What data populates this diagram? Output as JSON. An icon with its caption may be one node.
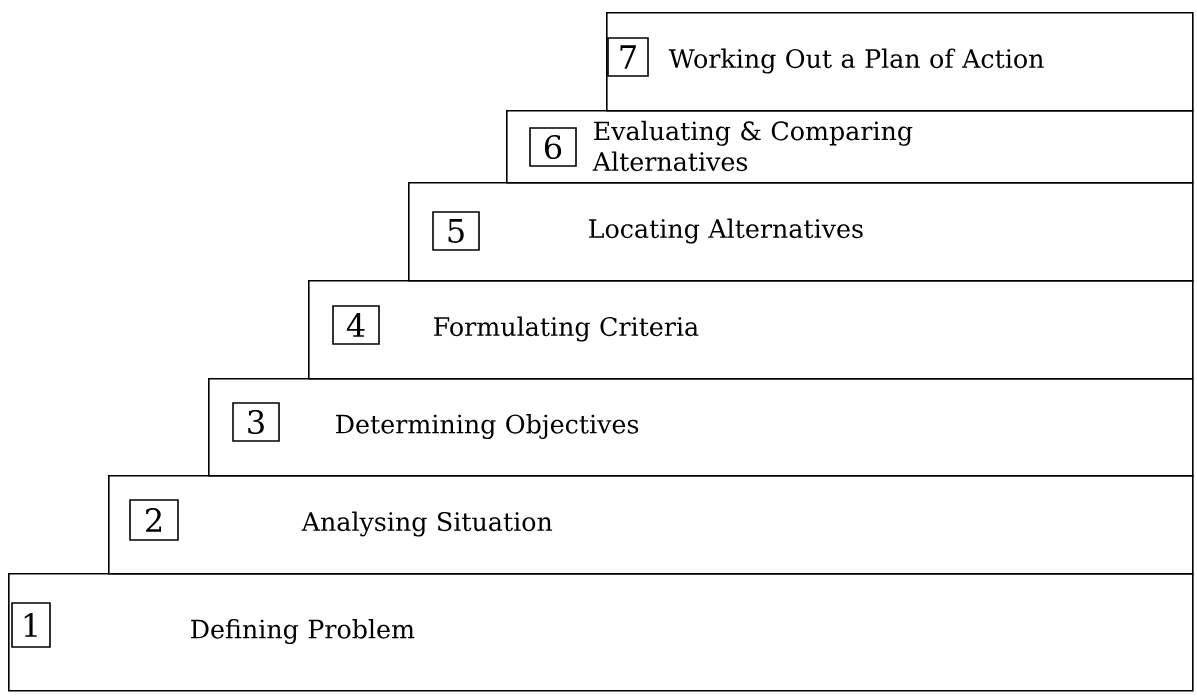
{
  "diagram": {
    "nodes": [
      {
        "text": [
          "Working Out a Plan of Action"
        ]
      },
      {
        "text": [
          "7"
        ],
        "in": 0
      },
      {
        "text": [
          "Evaluating & Comparing Alternatives"
        ]
      },
      {
        "text": [
          "6"
        ],
        "in": 2
      },
      {
        "text": [
          "Locating Alternatives"
        ]
      },
      {
        "text": [
          "5"
        ],
        "in": 4
      },
      {
        "text": [
          "Formulating Criteria"
        ]
      },
      {
        "text": [
          "4"
        ],
        "in": 6
      },
      {
        "text": [
          "Determining Objectives"
        ]
      },
      {
        "text": [
          "3"
        ],
        "in": 8
      },
      {
        "text": [
          "Analysing Situation"
        ]
      },
      {
        "text": [
          "2"
        ],
        "in": 10
      },
      {
        "text": [
          "Defining Problem"
        ]
      },
      {
        "text": [
          "1"
        ],
        "in": 12
      }
    ]
  }
}
